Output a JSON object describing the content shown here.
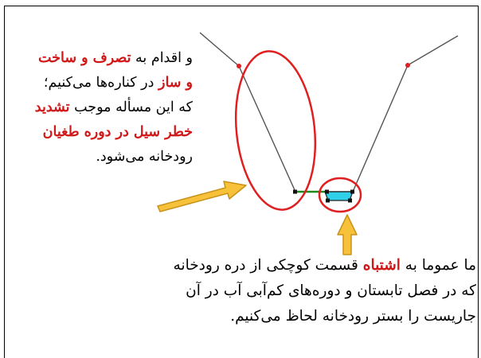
{
  "paragraph_top": {
    "line1": [
      "و اقدام به ",
      "تصرف و ساخت"
    ],
    "line2": [
      "و ساز",
      " در کناره‌ها می‌کنیم؛"
    ],
    "line3": [
      "که این مسأله موجب ",
      "تشدید"
    ],
    "line4": "خطر سیل در دوره طغیان",
    "line5": "رودخانه می‌شود."
  },
  "paragraph_bottom": {
    "line1": [
      "ما عموما به ",
      "اشتباه",
      " قسمت کوچکی از دره رودخانه"
    ],
    "line2": "که در فصل تابستان و دوره‌های کم‌آبی آب در آن",
    "line3": "جاریست را بستر رودخانه لحاظ می‌کنیم."
  },
  "colors": {
    "highlight": "#d01818",
    "ellipse": "#e02020",
    "arrow_fill": "#f7c23a",
    "arrow_stroke": "#c8921a",
    "water": "#2fd0e8",
    "bank": "#1a8a1a",
    "valley_line": "#555555"
  }
}
